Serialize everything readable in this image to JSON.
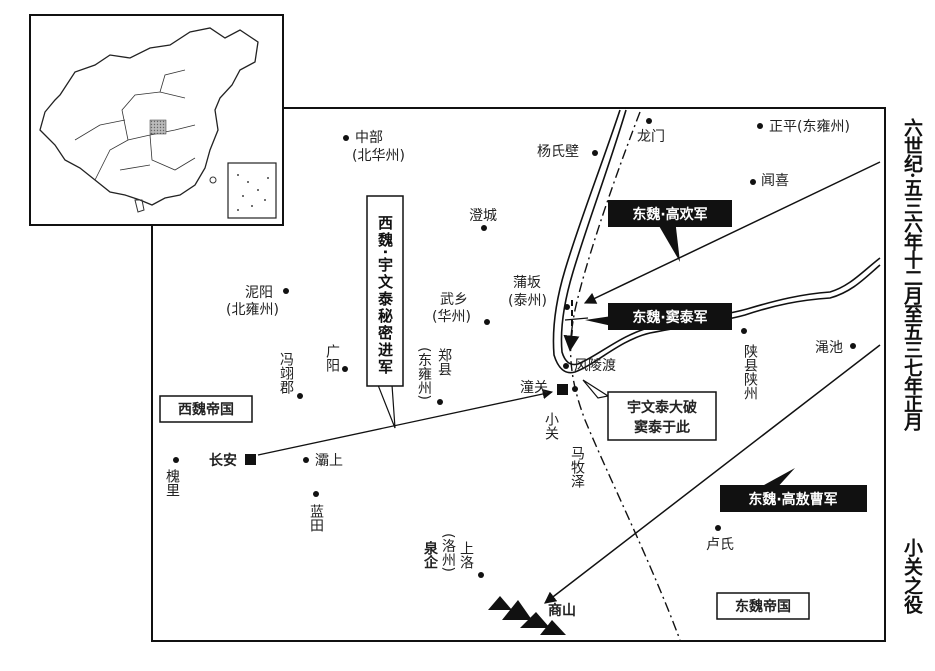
{
  "title": {
    "line1": "六世纪·五三六年十二月至五三七年正月",
    "line2": "小关之役"
  },
  "regions": {
    "west": "西魏帝国",
    "east": "东魏帝国"
  },
  "places": {
    "zhongbu": "中部",
    "zhongbu_sub": "(北华州)",
    "yangshibi": "杨氏壁",
    "longmen": "龙门",
    "zhengping": "正平(东雍州)",
    "wenxi": "闻喜",
    "chengcheng": "澄城",
    "niyang": "泥阳",
    "niyang_sub": "(北雍州)",
    "wuxiang": "武乡",
    "wuxiang_sub": "(华州)",
    "puban": "蒲坂",
    "puban_sub": "(泰州)",
    "fenglingdu": "风陵渡",
    "guangyang": "广阳",
    "fengyijun": "冯翊郡",
    "zhengxian": "郑县",
    "zhengxian_sub": "(东雍州)",
    "tongguan": "潼关",
    "xiaoguan": "小关",
    "shanxian": "陕县",
    "shanzhou": "陕州",
    "mianchi": "渑池",
    "changan": "长安",
    "bashang": "灞上",
    "huaili": "槐里",
    "lantian": "蓝田",
    "mamuze": "马牧泽",
    "lushi": "卢氏",
    "shangluo": "上洛",
    "shangluo_sub": "(洛州)",
    "quanqi": "泉企",
    "shangshan": "商山"
  },
  "callouts": {
    "gaohuan": "东魏·高欢军",
    "doutai": "东魏·窦泰军",
    "gaoaocao": "东魏·高敖曹军",
    "yuwentai": "西魏·宇文泰秘密进军",
    "battle_line1": "宇文泰大破",
    "battle_line2": "窦泰于此"
  }
}
